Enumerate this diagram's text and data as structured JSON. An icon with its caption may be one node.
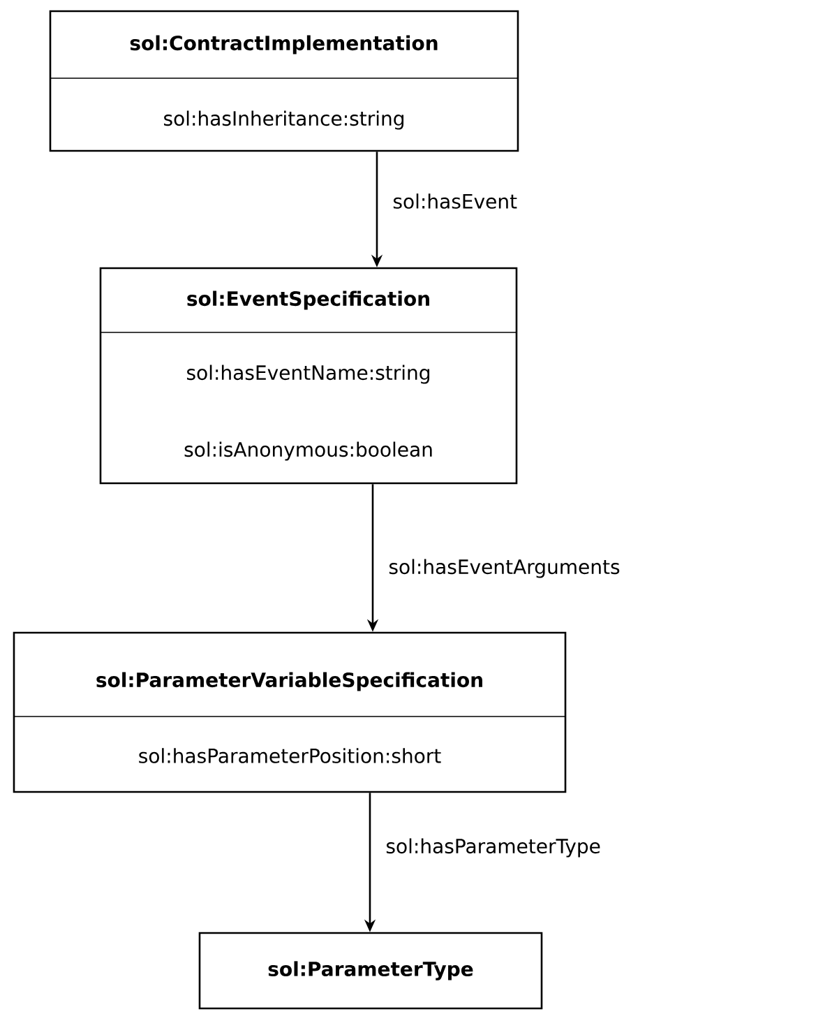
{
  "diagram": {
    "nodes": [
      {
        "text": [
          "sol:ContractImplementation",
          "sol:hasInheritance:string"
        ]
      },
      {
        "text": [
          "sol:EventSpecification",
          "sol:hasEventName:string",
          "sol:isAnonymous:boolean"
        ]
      },
      {
        "text": [
          "sol:ParameterVariableSpecification",
          "sol:hasParameterPosition:short"
        ]
      },
      {
        "text": [
          "sol:ParameterType"
        ]
      }
    ],
    "edges": [
      {
        "from": 0,
        "to": 1,
        "arrow": "to",
        "label": "sol:hasEvent"
      },
      {
        "from": 1,
        "to": 2,
        "arrow": "to",
        "label": "sol:hasEventArguments"
      },
      {
        "from": 2,
        "to": 3,
        "arrow": "to",
        "label": "sol:hasParameterType"
      }
    ]
  }
}
